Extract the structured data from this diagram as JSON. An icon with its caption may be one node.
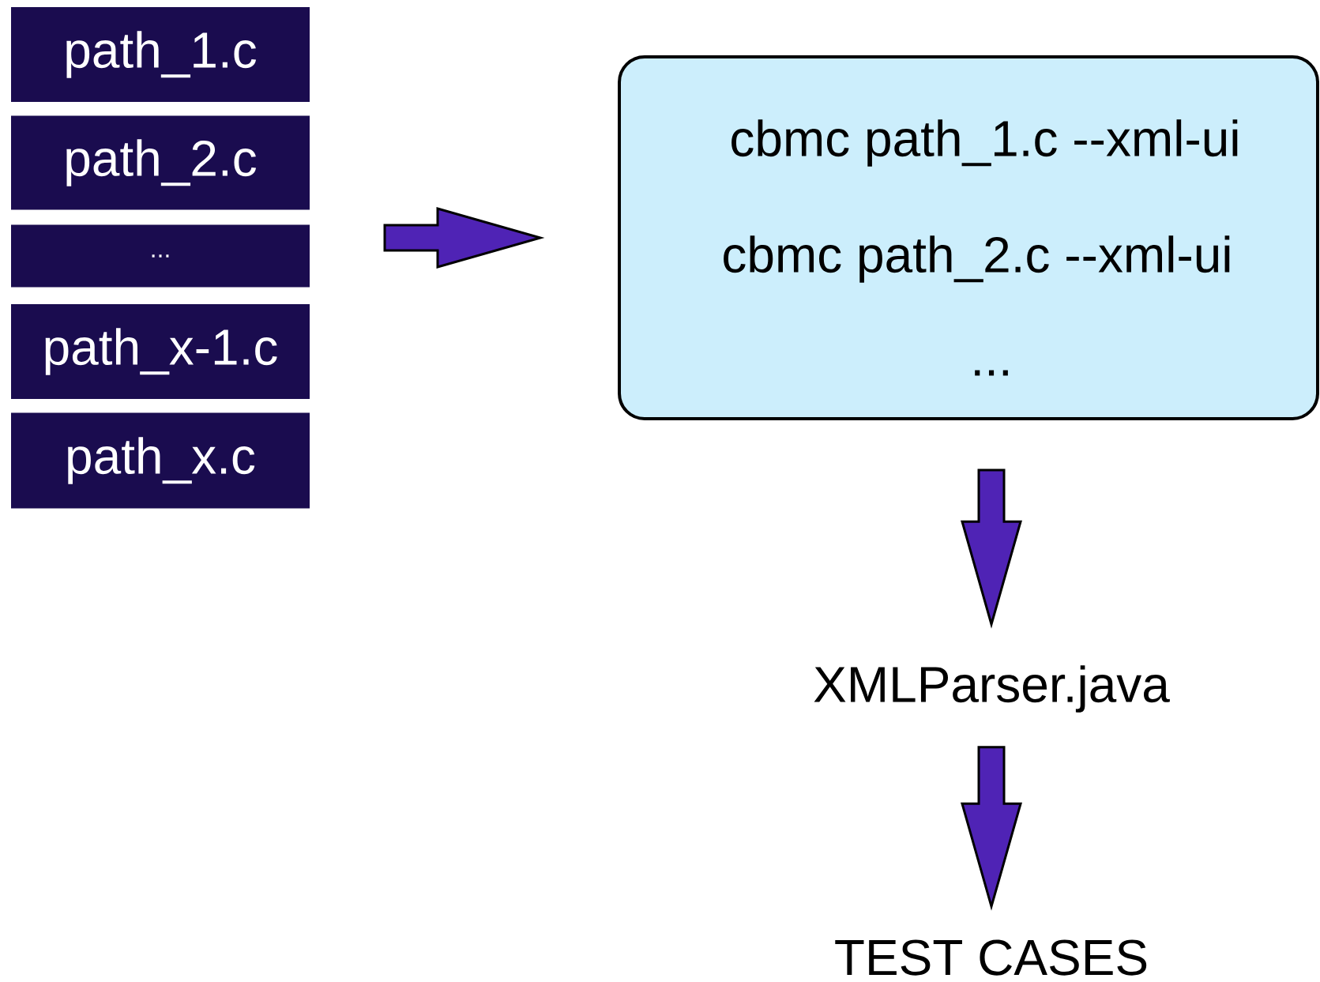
{
  "diagram": {
    "nodes": [
      {
        "text": [
          "path_1.c"
        ]
      },
      {
        "text": [
          "path_2.c"
        ]
      },
      {
        "text": [
          "..."
        ]
      },
      {
        "text": [
          "path_x-1.c"
        ]
      },
      {
        "text": [
          "path_x.c"
        ]
      },
      {
        "text": [
          "cbmc path_1.c --xml-ui",
          "cbmc path_2.c --xml-ui",
          "..."
        ]
      },
      {
        "text": [
          "XMLParser.java"
        ]
      },
      {
        "text": [
          "TEST CASES"
        ]
      }
    ],
    "edges": [
      {
        "from": 2,
        "to": 5,
        "arrow": "to"
      },
      {
        "from": 5,
        "to": 6,
        "arrow": "to"
      },
      {
        "from": 6,
        "to": 7,
        "arrow": "to"
      }
    ]
  }
}
